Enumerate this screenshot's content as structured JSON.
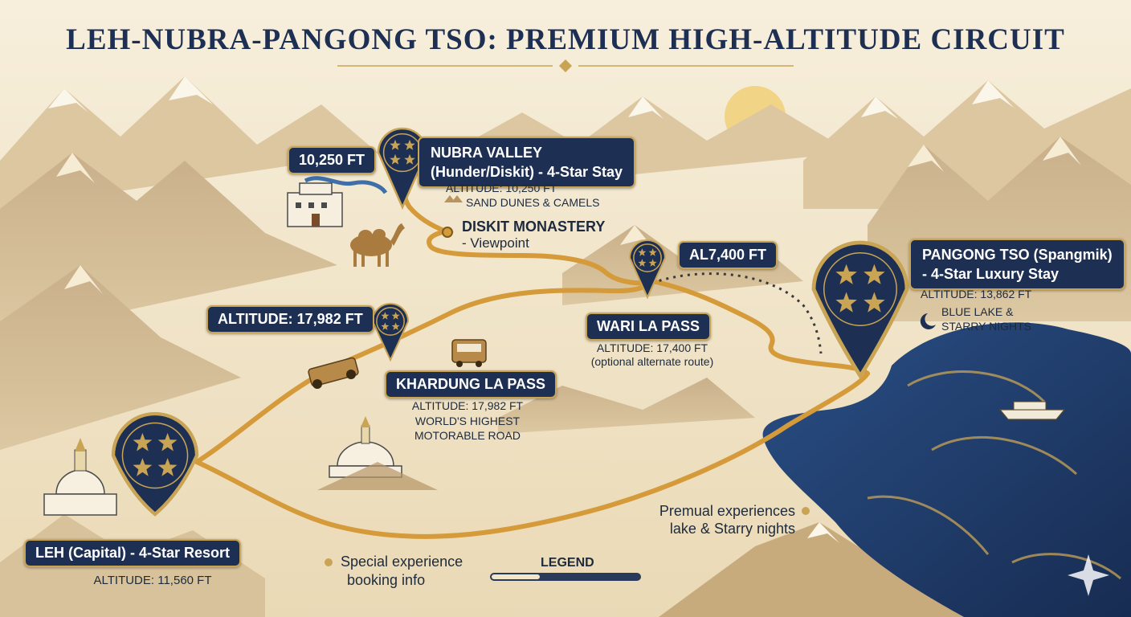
{
  "title": "LEH-NUBRA-PANGONG TSO: PREMIUM HIGH-ALTITUDE CIRCUIT",
  "locations": {
    "nubra": {
      "stars": 4,
      "name_line1": "NUBRA VALLEY",
      "name_line2": "(Hunder/Diskit) - 4-Star Stay",
      "altitude_badge": "10,250 FT",
      "altitude": "ALTITUDE: 10,250 FT",
      "feature": "SAND DUNES & CAMELS"
    },
    "diskit": {
      "name": "DISKIT MONASTERY",
      "note": "- Viewpoint"
    },
    "wari_la": {
      "stars": 4,
      "name": "WARI LA PASS",
      "altitude_badge": "AL7,400 FT",
      "altitude": "ALTITUDE: 17,400 FT",
      "note": "(optional alternate route)"
    },
    "khardung_la": {
      "stars": 4,
      "name": "KHARDUNG LA PASS",
      "altitude_badge": "ALTITUDE: 17,982 FT",
      "altitude": "ALTITUDE: 17,982 FT",
      "note_line1": "WORLD'S HIGHEST",
      "note_line2": "MOTORABLE ROAD"
    },
    "leh": {
      "stars": 4,
      "name": "LEH (Capital) - 4-Star Resort",
      "altitude": "ALTITUDE: 11,560 FT"
    },
    "pangong": {
      "stars": 4,
      "name_line1": "PANGONG TSO (Spangmik)",
      "name_line2": "- 4-Star Luxury Stay",
      "altitude": "ALTITUDE: 13,862 FT",
      "feature_line1": "BLUE LAKE &",
      "feature_line2": "STARRY NIGHTS"
    }
  },
  "notes": {
    "special_line1": "Special experience",
    "special_line2": "booking info",
    "premual_line1": "Premual experiences",
    "premual_line2": "lake & Starry nights"
  },
  "legend": {
    "title": "LEGEND"
  },
  "icons": [
    "diamond-ornament-icon",
    "monastery-icon",
    "camel-icon",
    "jeep-icon",
    "stupa-icon",
    "boat-icon",
    "moon-icon",
    "sparkle-icon",
    "star-icon"
  ],
  "colors": {
    "navy": "#1d2f52",
    "gold": "#c9a455",
    "route": "#d59a3a",
    "lake": "#1f3d6e",
    "parchment": "#efe2c4"
  }
}
